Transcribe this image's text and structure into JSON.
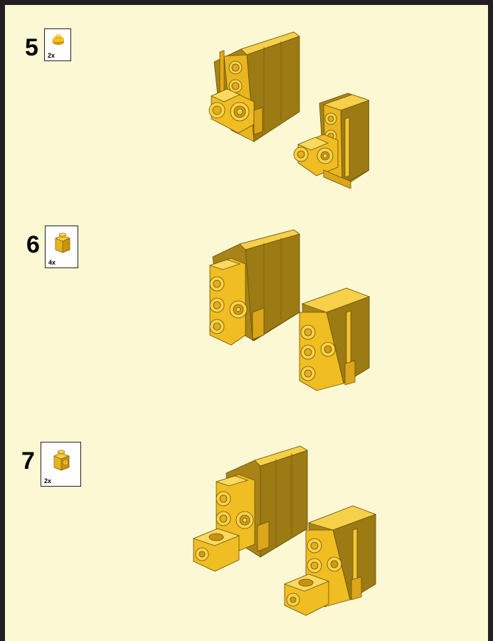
{
  "steps": [
    {
      "number": "5",
      "parts": [
        {
          "icon": "round-plate-1x1-icon",
          "quantity": "2x"
        }
      ]
    },
    {
      "number": "6",
      "parts": [
        {
          "icon": "brick-1x1-icon",
          "quantity": "4x"
        }
      ]
    },
    {
      "number": "7",
      "parts": [
        {
          "icon": "brick-1x1-with-stud-on-side-icon",
          "quantity": "2x"
        }
      ]
    }
  ],
  "colors": {
    "background": "#fcf8d3",
    "frame": "#231f20",
    "brick_yellow": "#f2c21b"
  }
}
